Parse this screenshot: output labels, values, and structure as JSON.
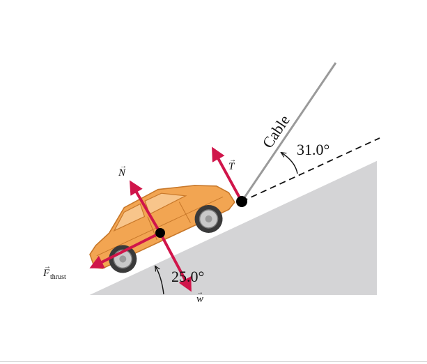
{
  "diagram": {
    "incline_angle_label": "25.0°",
    "cable_angle_label": "31.0°",
    "cable_label": "Cable",
    "forces": {
      "normal": {
        "symbol": "N"
      },
      "tension": {
        "symbol": "T"
      },
      "weight": {
        "symbol": "w"
      },
      "thrust": {
        "symbol": "F",
        "subscript": "thrust"
      }
    },
    "colors": {
      "ramp": "#d4d4d6",
      "force_arrow": "#d0154a",
      "car_body": "#f2a552",
      "car_outline": "#c8782a",
      "cable": "#9a9a9a"
    }
  }
}
